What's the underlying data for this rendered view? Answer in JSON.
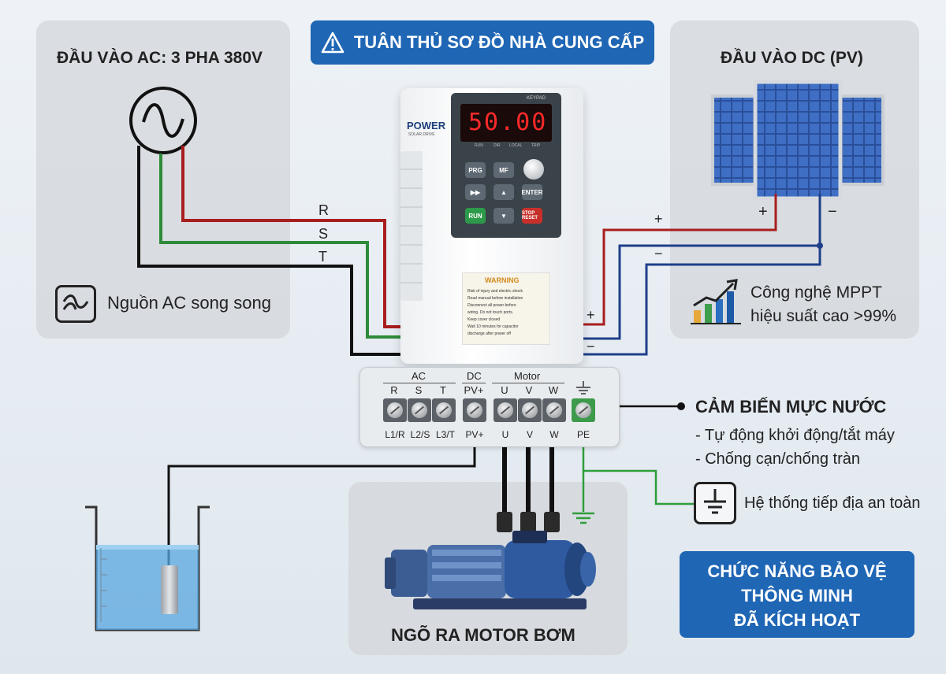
{
  "header": {
    "title": "TUÂN THỦ SƠ ĐỒ NHÀ CUNG CẤP",
    "icon": "warning-triangle-icon"
  },
  "ac_input": {
    "title": "ĐẦU VÀO AC: 3 PHA 380V",
    "phases": [
      "R",
      "S",
      "T"
    ],
    "parallel_label": "Nguồn AC song song",
    "icon": "ac-sine-icon"
  },
  "dc_input": {
    "title": "ĐẦU VÀO DC (PV)",
    "plus": "+",
    "minus": "−",
    "mppt_line1": "Công nghệ MPPT",
    "mppt_line2": "hiệu suất cao >99%"
  },
  "inverter": {
    "brand": "POWER",
    "brand_sub": "SOLAR DRIVE",
    "keypad_label": "KEYPAD",
    "display": "50.00",
    "indicators": [
      "RUN",
      "DIR",
      "LOCAL",
      "TRIP"
    ],
    "keys": [
      "PRG",
      "MF",
      "▶▶",
      "▲",
      "ENTER",
      "RUN",
      "▼",
      "STOP RESET"
    ],
    "warning_title": "WARNING",
    "warning_lines": [
      "Risk of injury and electric shock",
      "Read manual before installation",
      "Disconnect all power before",
      "wiring. Do not touch ports.",
      "Keep cover closed",
      "Wait 10 minutes for capacitor",
      "discharge after power off"
    ]
  },
  "terminals": {
    "group_ac": "AC",
    "group_dc": "DC",
    "group_motor": "Motor",
    "top": [
      "R",
      "S",
      "T",
      "PV+",
      "U",
      "V",
      "W"
    ],
    "bottom": [
      "L1/R",
      "L2/S",
      "L3/T",
      "PV+",
      "U",
      "V",
      "W",
      "PE"
    ]
  },
  "water_sensor": {
    "title": "CẢM BIẾN MỰC NƯỚC",
    "line1": "- Tự động khởi động/tắt máy",
    "line2": "- Chống cạn/chống tràn"
  },
  "ground": {
    "label": "Hệ thống tiếp địa an toàn"
  },
  "motor": {
    "label": "NGÕ RA MOTOR BƠM"
  },
  "protection": {
    "line1": "CHỨC NĂNG BẢO VỆ",
    "line2": "THÔNG MINH",
    "line3": "ĐÃ KÍCH HOẠT"
  },
  "colors": {
    "accent_blue": "#1f66b5",
    "wire_red": "#a81e1e",
    "wire_green": "#2e8b3a",
    "wire_black": "#111111",
    "wire_blue": "#1f3f8a",
    "ground_green": "#2e9e3a"
  }
}
